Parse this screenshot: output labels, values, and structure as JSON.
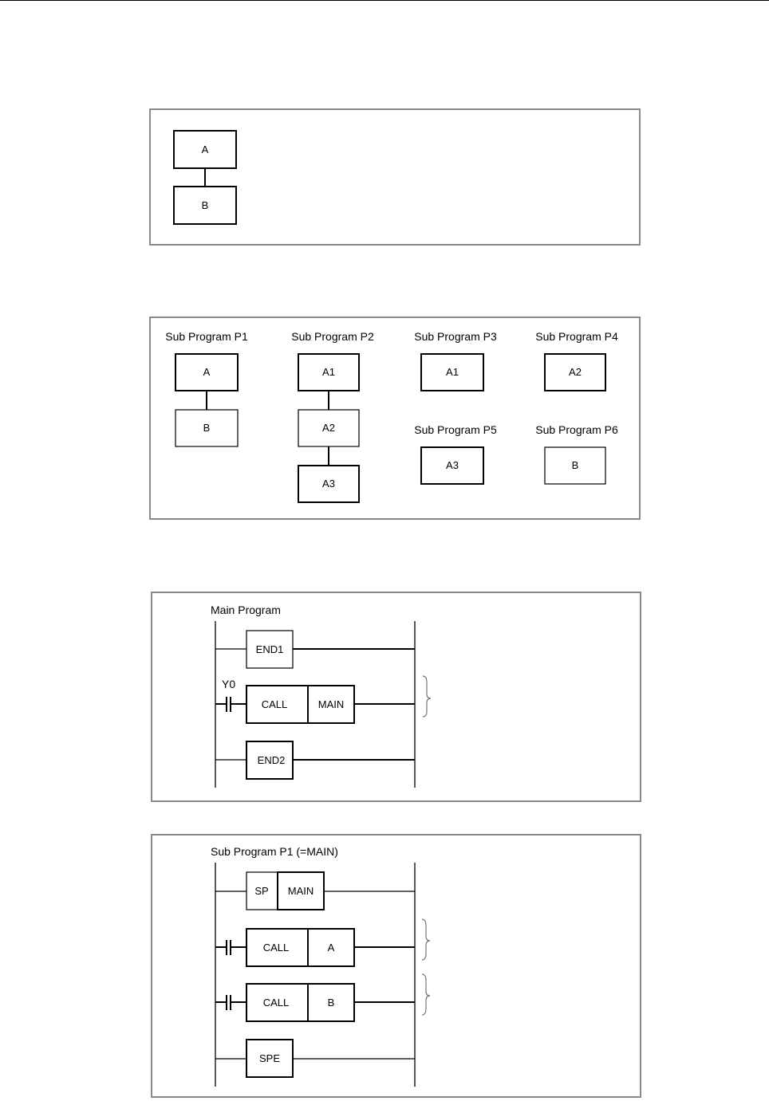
{
  "diagram1": {
    "box_a": "A",
    "box_b": "B"
  },
  "diagram2": {
    "p1": {
      "title": "Sub Program P1",
      "boxes": [
        "A",
        "B"
      ]
    },
    "p2": {
      "title": "Sub Program P2",
      "boxes": [
        "A1",
        "A2",
        "A3"
      ]
    },
    "p3": {
      "title": "Sub Program P3",
      "boxes": [
        "A1"
      ]
    },
    "p4": {
      "title": "Sub Program P4",
      "boxes": [
        "A2"
      ]
    },
    "p5": {
      "title": "Sub Program P5",
      "boxes": [
        "A3"
      ]
    },
    "p6": {
      "title": "Sub Program P6",
      "boxes": [
        "B"
      ]
    }
  },
  "main_program": {
    "title": "Main Program",
    "end1": "END1",
    "contact": "Y0",
    "call": "CALL",
    "call_target": "MAIN",
    "end2": "END2"
  },
  "sub_program_p1": {
    "title": "Sub Program P1 (=MAIN)",
    "sp": "SP",
    "sp_name": "MAIN",
    "call1": "CALL",
    "call1_target": "A",
    "call2": "CALL",
    "call2_target": "B",
    "spe": "SPE"
  }
}
